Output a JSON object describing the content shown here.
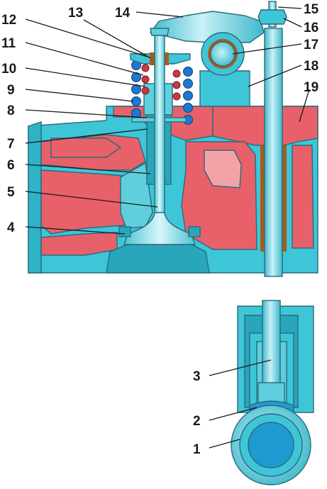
{
  "figure": {
    "callouts": [
      {
        "id": "c1",
        "text": "1"
      },
      {
        "id": "c2",
        "text": "2"
      },
      {
        "id": "c3",
        "text": "3"
      },
      {
        "id": "c4",
        "text": "4"
      },
      {
        "id": "c5",
        "text": "5"
      },
      {
        "id": "c6",
        "text": "6"
      },
      {
        "id": "c7",
        "text": "7"
      },
      {
        "id": "c8",
        "text": "8"
      },
      {
        "id": "c9",
        "text": "9"
      },
      {
        "id": "c10",
        "text": "10"
      },
      {
        "id": "c11",
        "text": "11"
      },
      {
        "id": "c12",
        "text": "12"
      },
      {
        "id": "c13",
        "text": "13"
      },
      {
        "id": "c14",
        "text": "14"
      },
      {
        "id": "c15",
        "text": "15"
      },
      {
        "id": "c16",
        "text": "16"
      },
      {
        "id": "c17",
        "text": "17"
      },
      {
        "id": "c18",
        "text": "18"
      },
      {
        "id": "c19",
        "text": "19"
      }
    ],
    "colors": {
      "metal": "#3fc5d8",
      "metal_light": "#9fe3ee",
      "metal_dark": "#2aa6bb",
      "hot_section": "#e8606a",
      "cavity": "#f3a3a8",
      "bronze": "#a85a1e",
      "spring": "#1f78d0",
      "outline": "#2a6b78",
      "leader": "#1a1a1a"
    }
  }
}
